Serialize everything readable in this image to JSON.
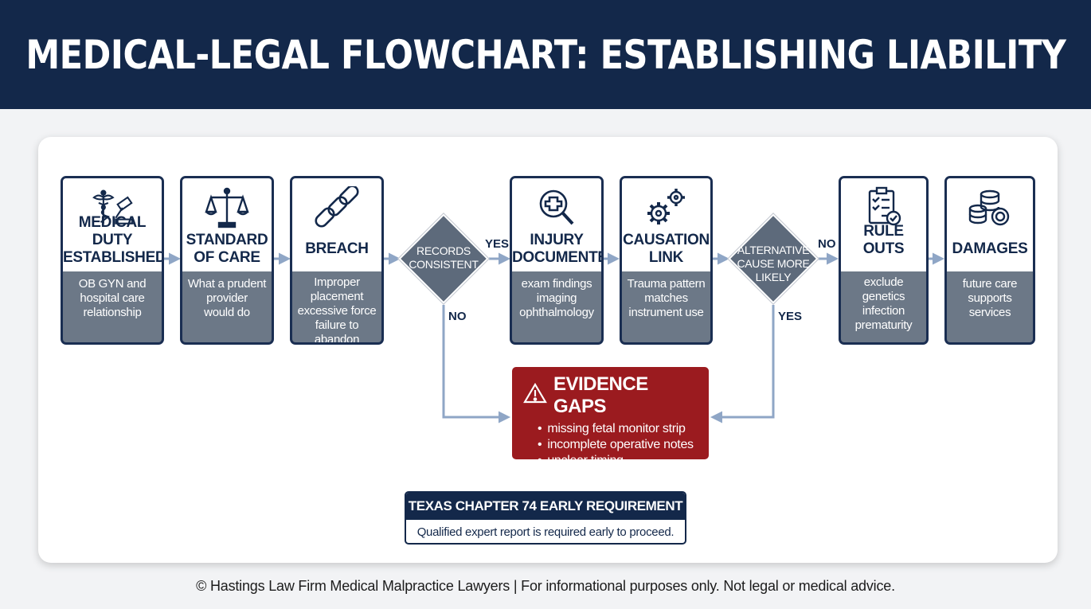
{
  "title": "MEDICAL-LEGAL FLOWCHART: ESTABLISHING LIABILITY",
  "steps": [
    {
      "title": [
        "MEDICAL DUTY",
        "ESTABLISHED"
      ],
      "desc": [
        "OB GYN and",
        "hospital care",
        "relationship"
      ],
      "icon": "caduceus-gavel-icon"
    },
    {
      "title": [
        "STANDARD",
        "OF CARE"
      ],
      "desc": [
        "What a prudent",
        "provider",
        "would do"
      ],
      "icon": "scales-icon"
    },
    {
      "title": [
        "BREACH"
      ],
      "desc": [
        "Improper",
        "placement",
        "excessive force",
        "failure to abandon"
      ],
      "icon": "broken-chain-icon"
    },
    {
      "title": [
        "INJURY",
        "DOCUMENTED"
      ],
      "desc": [
        "exam findings",
        "imaging",
        "ophthalmology"
      ],
      "icon": "medical-search-icon"
    },
    {
      "title": [
        "CAUSATION",
        "LINK"
      ],
      "desc": [
        "Trauma pattern",
        "matches",
        "instrument use"
      ],
      "icon": "gears-icon"
    },
    {
      "title": [
        "RULE OUTS"
      ],
      "desc": [
        "exclude",
        "genetics",
        "infection",
        "prematurity"
      ],
      "icon": "checklist-icon"
    },
    {
      "title": [
        "DAMAGES"
      ],
      "desc": [
        "future care",
        "supports",
        "services"
      ],
      "icon": "coins-icon"
    }
  ],
  "decisions": [
    {
      "text": [
        "RECORDS",
        "CONSISTENT"
      ],
      "yes_label": "YES",
      "no_label": "NO"
    },
    {
      "text": [
        "ALTERNATIVE",
        "CAUSE MORE",
        "LIKELY"
      ],
      "yes_label": "YES",
      "no_label": "NO"
    }
  ],
  "evidence_gaps": {
    "title": "EVIDENCE GAPS",
    "icon": "warning-icon",
    "items": [
      "missing fetal monitor strip",
      "incomplete operative notes",
      "unclear timing"
    ]
  },
  "texas": {
    "title": "TEXAS CHAPTER 74 EARLY REQUIREMENT",
    "body": "Qualified expert report is required early to proceed."
  },
  "footer": "© Hastings Law Firm Medical Malpractice Lawyers | For informational purposes only. Not legal or medical advice.",
  "colors": {
    "navy": "#13284a",
    "slate": "#6c7887",
    "diamond": "#5d6a7b",
    "red": "#9b1b1f",
    "arrow": "#8fa6c6"
  }
}
